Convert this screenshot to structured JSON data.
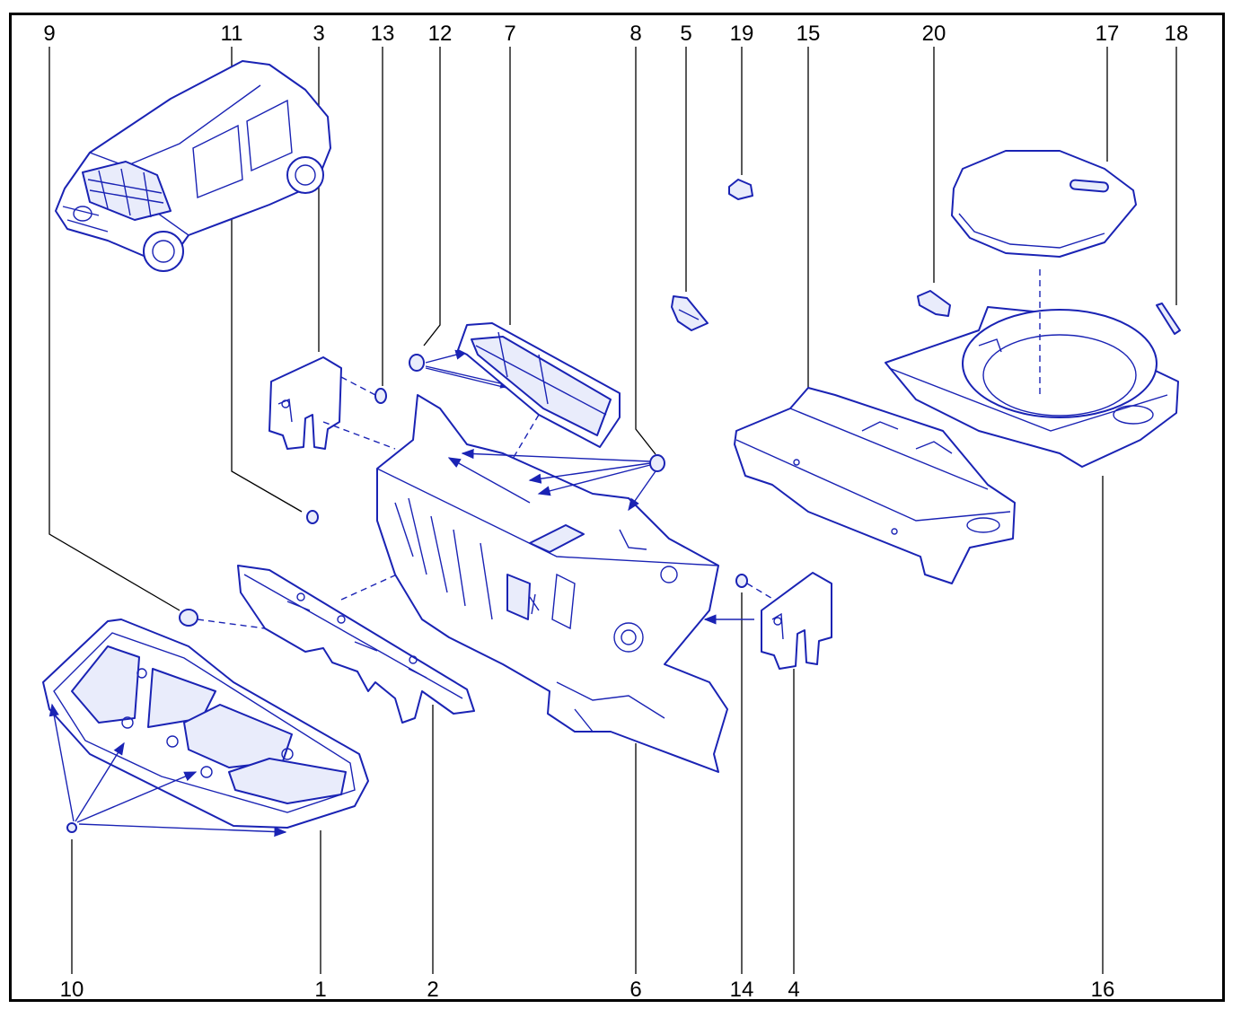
{
  "diagram": {
    "accent_color": "#1a23b4",
    "callouts_top": [
      "9",
      "11",
      "3",
      "13",
      "12",
      "7",
      "8",
      "5",
      "19",
      "15",
      "20",
      "17",
      "18"
    ],
    "callouts_bottom": [
      "10",
      "1",
      "2",
      "6",
      "14",
      "4",
      "16"
    ]
  }
}
